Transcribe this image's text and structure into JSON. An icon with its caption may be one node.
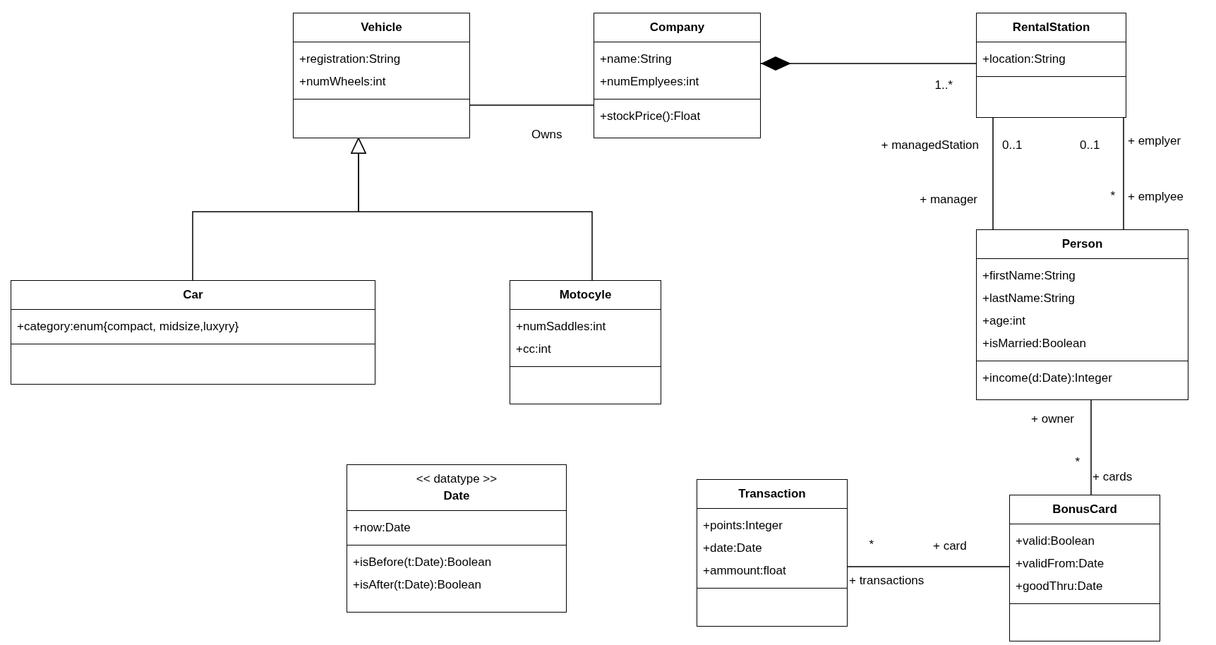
{
  "diagram": {
    "nodes": [
      {
        "text": [
          "Vehicle",
          "+registration:String",
          "+numWheels:int"
        ]
      },
      {
        "text": [
          "Company",
          "+name:String",
          "+numEmplyees:int",
          "+stockPrice():Float"
        ]
      },
      {
        "text": [
          "RentalStation",
          "+location:String"
        ]
      },
      {
        "text": [
          "Car",
          "+category:enum{compact, midsize,luxyry}"
        ]
      },
      {
        "text": [
          "Motocyle",
          "+numSaddles:int",
          "+cc:int"
        ]
      },
      {
        "text": [
          "Person",
          "+firstName:String",
          "+lastName:String",
          "+age:int",
          "+isMarried:Boolean",
          "+income(d:Date):Integer"
        ]
      },
      {
        "text": [
          "<< datatype >>",
          "Date",
          "+now:Date",
          "+isBefore(t:Date):Boolean",
          "+isAfter(t:Date):Boolean"
        ]
      },
      {
        "text": [
          "Transaction",
          "+points:Integer",
          "+date:Date",
          "+ammount:float"
        ]
      },
      {
        "text": [
          "BonusCard",
          "+valid:Boolean",
          "+validFrom:Date",
          "+goodThru:Date"
        ]
      }
    ],
    "edges": [
      {
        "from": 0,
        "to": 1,
        "arrow": "none",
        "label": "Owns"
      },
      {
        "from": 1,
        "to": 2,
        "arrow": "other"
      },
      {
        "from": 3,
        "to": 0,
        "arrow": "to"
      },
      {
        "from": 4,
        "to": 0,
        "arrow": "to"
      },
      {
        "from": 2,
        "to": 5,
        "arrow": "none"
      },
      {
        "from": 2,
        "to": 5,
        "arrow": "none"
      },
      {
        "from": 5,
        "to": 8,
        "arrow": "none"
      },
      {
        "from": 7,
        "to": 8,
        "arrow": "none"
      }
    ],
    "labels": [
      "1..*",
      "+ managedStation",
      "0..1",
      "0..1",
      "+ emplyer",
      "+ manager",
      "*",
      "+ emplyee",
      "+ owner",
      "*",
      "+ cards",
      "*",
      "+ card",
      "+ transactions"
    ]
  }
}
